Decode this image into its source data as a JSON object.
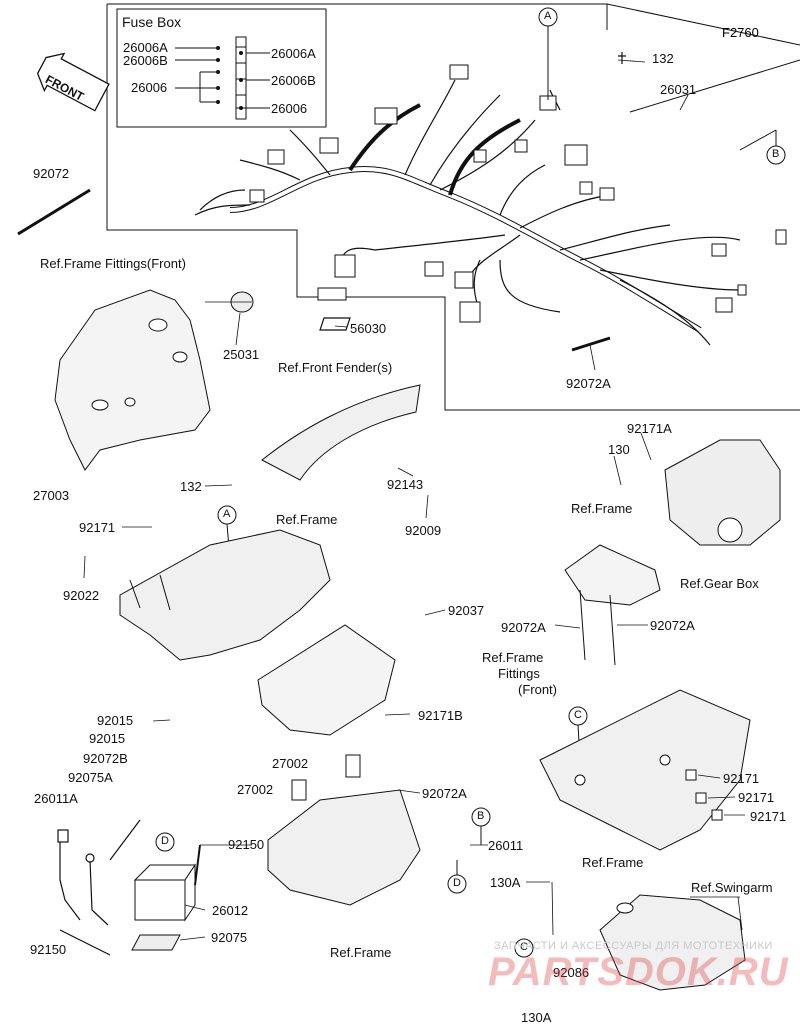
{
  "figure_code": "F2760",
  "front_arrow_text": "FRONT",
  "fuse_box": {
    "title": "Fuse Box",
    "left_labels": [
      "26006A",
      "26006B",
      "26006"
    ],
    "right_labels": [
      "26006A",
      "26006B",
      "26006"
    ]
  },
  "callouts": {
    "A": "A",
    "B": "B",
    "C": "C",
    "D": "D"
  },
  "parts": {
    "p132_top": "132",
    "p26031": "26031",
    "p92072": "92072",
    "p25031": "25031",
    "p56030": "56030",
    "p92072A_top": "92072A",
    "p132_mid": "132",
    "p92143": "92143",
    "p92009": "92009",
    "p27003": "27003",
    "p92171_left": "92171",
    "p92022": "92022",
    "p92037": "92037",
    "p92171B": "92171B",
    "p130": "130",
    "p92171A": "92171A",
    "p92072A_l": "92072A",
    "p92072A_r": "92072A",
    "p92015_a": "92015",
    "p92015_b": "92015",
    "p92072B": "92072B",
    "p92075A": "92075A",
    "p26011A": "26011A",
    "p92150_a": "92150",
    "p26012": "26012",
    "p92075": "92075",
    "p92150_b": "92150",
    "p27002_a": "27002",
    "p27002_b": "27002",
    "p92072A_c": "92072A",
    "p26011": "26011",
    "p92171_r1": "92171",
    "p92171_r2": "92171",
    "p92171_r3": "92171",
    "p130A_a": "130A",
    "p92086": "92086",
    "p130A_b": "130A"
  },
  "refs": {
    "frame_fittings_front_top": "Ref.Frame Fittings(Front)",
    "front_fenders": "Ref.Front Fender(s)",
    "frame_mid": "Ref.Frame",
    "frame_right": "Ref.Frame",
    "gear_box": "Ref.Gear Box",
    "frame_fittings_front_mid_1": "Ref.Frame",
    "frame_fittings_front_mid_2": "Fittings",
    "frame_fittings_front_mid_3": "(Front)",
    "frame_lower_right": "Ref.Frame",
    "frame_bottom": "Ref.Frame",
    "swingarm": "Ref.Swingarm"
  },
  "watermark": {
    "line1": "ЗАПЧАСТИ И АКСЕССУАРЫ ДЛЯ МОТОТЕХНИКИ",
    "line2": "PARTSDOK.RU"
  }
}
